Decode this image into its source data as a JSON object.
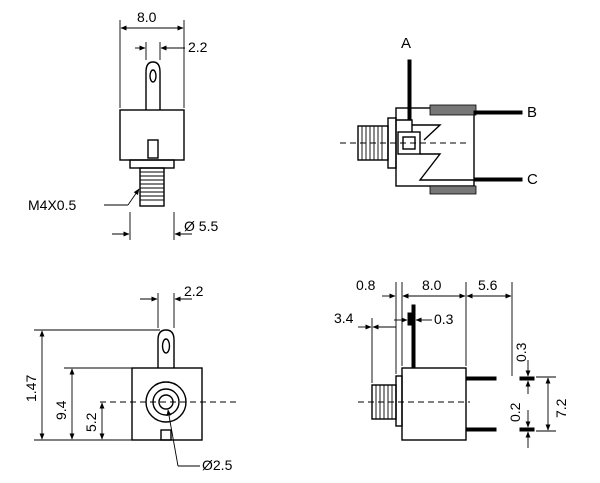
{
  "top_left_view": {
    "dim_width": "8.0",
    "dim_terminal": "2.2",
    "thread_label": "M4X0.5",
    "dim_diameter": "Ø 5.5"
  },
  "top_right_view": {
    "terminal_a": "A",
    "terminal_b": "B",
    "terminal_c": "C"
  },
  "bottom_left_view": {
    "dim_terminal": "2.2",
    "dim_total_height": "1.47",
    "dim_body_height": "9.4",
    "dim_center_height": "5.2",
    "dim_hole": "Ø2.5"
  },
  "bottom_right_view": {
    "dim_08": "0.8",
    "dim_80": "8.0",
    "dim_56": "5.6",
    "dim_34": "3.4",
    "dim_03_top": "0.3",
    "dim_03_right": "0.3",
    "dim_02": "0.2",
    "dim_72": "7.2"
  }
}
